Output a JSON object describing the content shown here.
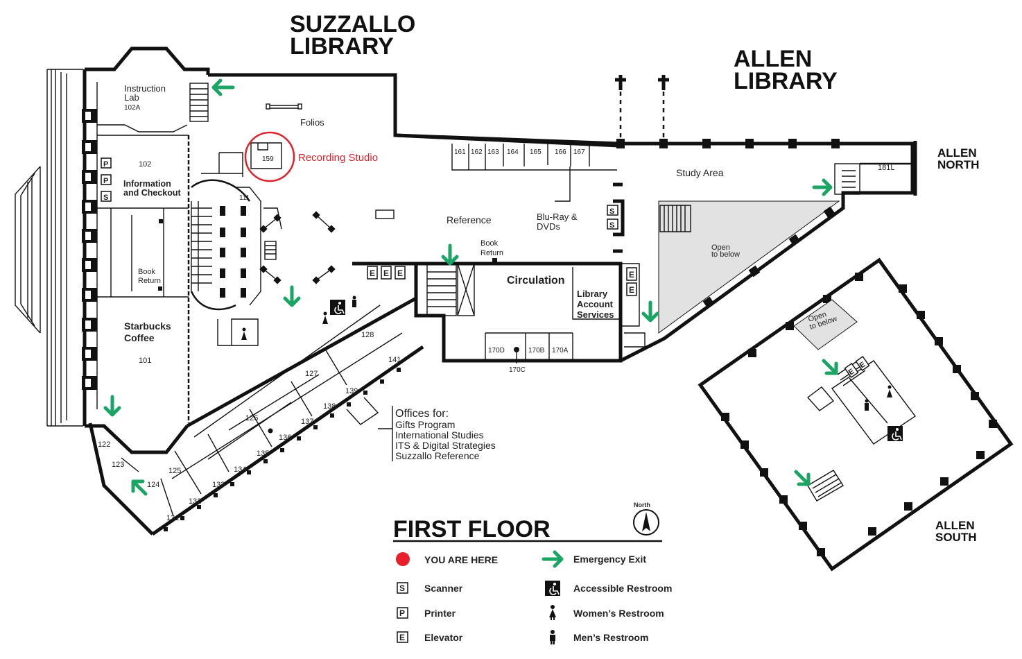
{
  "headings": {
    "suzzallo_line1": "SUZZALLO",
    "suzzallo_line2": "LIBRARY",
    "allen_line1": "ALLEN",
    "allen_line2": "LIBRARY",
    "allen_north_line1": "ALLEN",
    "allen_north_line2": "NORTH",
    "allen_south_line1": "ALLEN",
    "allen_south_line2": "SOUTH",
    "floor_title": "FIRST FLOOR",
    "north_label": "North"
  },
  "spaces": {
    "instruction_lab_line1": "Instruction",
    "instruction_lab_line2": "Lab",
    "instruction_lab_num": "102A",
    "room_102": "102",
    "info_line1": "Information",
    "info_line2": "and Checkout",
    "book_return_left_line1": "Book",
    "book_return_left_line2": "Return",
    "starbucks_line1": "Starbucks",
    "starbucks_line2": "Coffee",
    "room_101": "101",
    "folios": "Folios",
    "recording_studio": "Recording Studio",
    "room_159": "159",
    "room_111": "111",
    "reference": "Reference",
    "bluray_line1": "Blu-Ray &",
    "bluray_line2": "DVDs",
    "book_return_mid_line1": "Book",
    "book_return_mid_line2": "Return",
    "circulation": "Circulation",
    "las_line1": "Library",
    "las_line2": "Account",
    "las_line3": "Services",
    "study_area": "Study Area",
    "room_181l": "181L",
    "open_below_1_line1": "Open",
    "open_below_1_line2": "to below",
    "open_below_2_line1": "Open",
    "open_below_2_line2": "to below",
    "stack_rooms": [
      "161",
      "162",
      "163",
      "164",
      "165",
      "166",
      "167"
    ],
    "room_170d": "170D",
    "room_170b": "170B",
    "room_170a": "170A",
    "room_170c": "170C",
    "office_rooms": [
      "128",
      "141",
      "127",
      "139",
      "138",
      "126",
      "137",
      "136",
      "135",
      "134",
      "133",
      "132",
      "131",
      "125",
      "124",
      "123",
      "122"
    ],
    "offices_title": "Offices for:",
    "offices_list": [
      "Gifts Program",
      "International Studies",
      "ITS & Digital Strategies",
      "Suzzallo Reference"
    ]
  },
  "legend": {
    "you_are_here": "YOU ARE HERE",
    "emergency_exit": "Emergency Exit",
    "scanner_letter": "S",
    "scanner": "Scanner",
    "accessible_restroom": "Accessible Restroom",
    "printer_letter": "P",
    "printer": "Printer",
    "womens_restroom": "Women’s Restroom",
    "elevator_letter": "E",
    "elevator": "Elevator",
    "mens_restroom": "Men’s Restroom"
  },
  "icons": {
    "scanner": "scanner-icon",
    "printer": "printer-icon",
    "elevator": "elevator-icon",
    "emergency_exit": "emergency-exit-arrow-icon",
    "accessible_restroom": "wheelchair-icon",
    "womens_restroom": "woman-icon",
    "mens_restroom": "man-icon",
    "you_are_here": "red-dot-icon",
    "north": "north-arrow-icon"
  },
  "colors": {
    "exit_green": "#1aa564",
    "you_are_here_red": "#e8202c",
    "highlight_red": "#e0202a",
    "open_below_gray": "#e2e2e2"
  }
}
